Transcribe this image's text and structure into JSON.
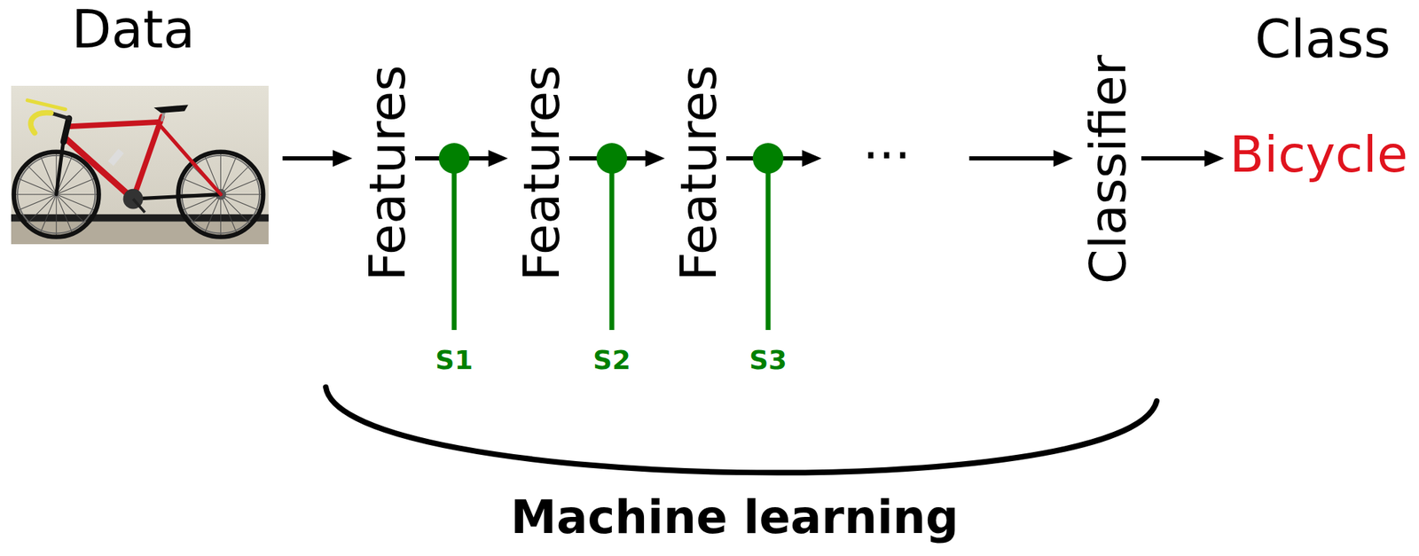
{
  "diagram": {
    "nodes": [
      {
        "text": [
          "Data"
        ]
      },
      {
        "text": [
          "Features"
        ]
      },
      {
        "text": [
          "Features"
        ]
      },
      {
        "text": [
          "Features"
        ]
      },
      {
        "text": [
          "..."
        ]
      },
      {
        "text": [
          "Classifier"
        ]
      },
      {
        "text": [
          "Bicycle"
        ]
      }
    ],
    "edges": [
      {
        "from": 0,
        "to": 1,
        "arrow": "to"
      },
      {
        "from": 1,
        "to": 2,
        "arrow": "to"
      },
      {
        "from": 2,
        "to": 3,
        "arrow": "to"
      },
      {
        "from": 3,
        "to": 4,
        "arrow": "to"
      },
      {
        "from": 4,
        "to": 5,
        "arrow": "to"
      },
      {
        "from": 5,
        "to": 6,
        "arrow": "to"
      }
    ],
    "labels": [
      "S1",
      "S2",
      "S3",
      "Class",
      "Machine learning"
    ]
  }
}
